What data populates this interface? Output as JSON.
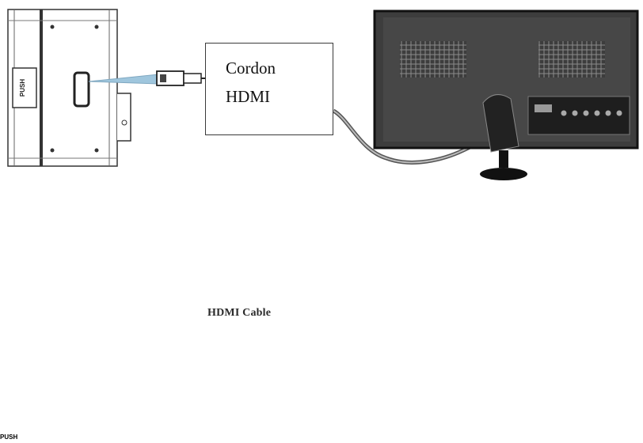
{
  "top_diagram": {
    "label_line1": "Cordon",
    "label_line2": "HDMI",
    "camera_button_text": "PUSH"
  },
  "bottom_diagram": {
    "cable_label": "HDMI Cable",
    "camera_button_text": "PUSH"
  },
  "colors": {
    "cable_blue": "#9fc6dd",
    "tv_dark": "#3d3d3d",
    "outline": "#333333"
  }
}
